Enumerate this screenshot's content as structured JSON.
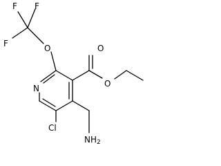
{
  "molecule": {
    "atoms": {
      "f1": "F",
      "f2": "F",
      "f3": "F",
      "o_ether": "O",
      "n_ring": "N",
      "o_carbonyl": "O",
      "o_ester": "O",
      "cl": "Cl",
      "nh2": "NH2"
    }
  }
}
